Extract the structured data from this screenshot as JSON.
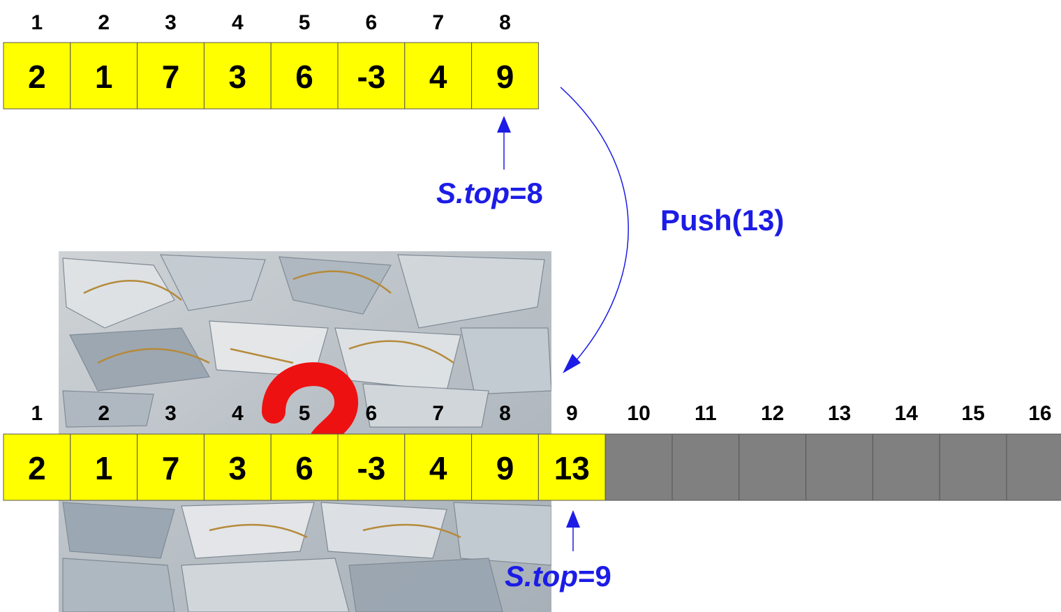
{
  "colors": {
    "filled_cell": "#ffff00",
    "empty_cell": "#808080",
    "cell_border": "#555555",
    "annotation": "#1c1ce6",
    "question_mark": "#ee1111"
  },
  "top_array": {
    "indices": [
      "1",
      "2",
      "3",
      "4",
      "5",
      "6",
      "7",
      "8"
    ],
    "values": [
      "2",
      "1",
      "7",
      "3",
      "6",
      "-3",
      "4",
      "9"
    ]
  },
  "top_pointer": {
    "prefix": "S.top",
    "suffix": "=8"
  },
  "operation": {
    "label": "Push(13)"
  },
  "bottom_array": {
    "indices": [
      "1",
      "2",
      "3",
      "4",
      "5",
      "6",
      "7",
      "8",
      "9",
      "10",
      "11",
      "12",
      "13",
      "14",
      "15",
      "16"
    ],
    "values": [
      "2",
      "1",
      "7",
      "3",
      "6",
      "-3",
      "4",
      "9",
      "13",
      "",
      "",
      "",
      "",
      "",
      "",
      ""
    ]
  },
  "bottom_pointer": {
    "prefix": "S.top",
    "suffix": "=9"
  },
  "background_image": {
    "description_icon": "broken-plates-photo",
    "question_mark": "?"
  }
}
